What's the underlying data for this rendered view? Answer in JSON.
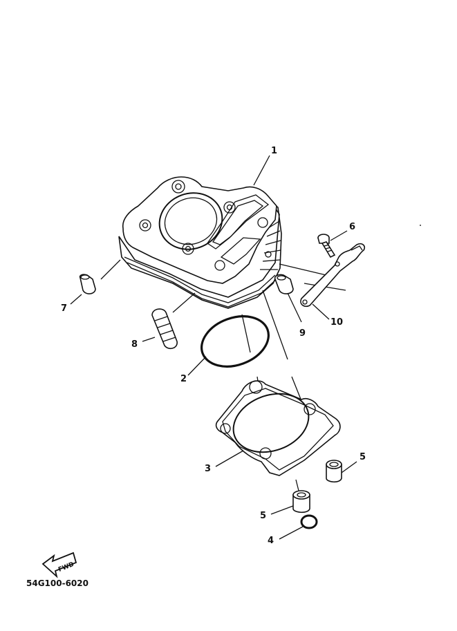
{
  "diagram": {
    "part_code": "54G100-6020",
    "fwd_label": "FWD",
    "callouts": [
      {
        "id": "1",
        "text": "1"
      },
      {
        "id": "2",
        "text": "2"
      },
      {
        "id": "3",
        "text": "3"
      },
      {
        "id": "4",
        "text": "4"
      },
      {
        "id": "5a",
        "text": "5"
      },
      {
        "id": "5b",
        "text": "5"
      },
      {
        "id": "6",
        "text": "6"
      },
      {
        "id": "7",
        "text": "7"
      },
      {
        "id": "8",
        "text": "8"
      },
      {
        "id": "9",
        "text": "9"
      },
      {
        "id": "10",
        "text": "10"
      }
    ]
  }
}
